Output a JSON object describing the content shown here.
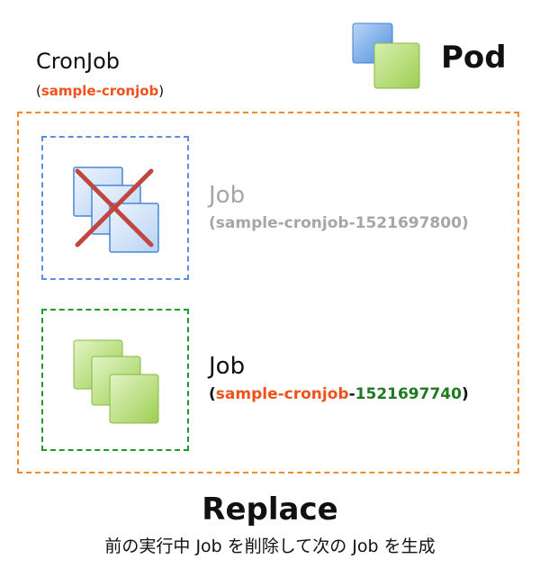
{
  "legend": {
    "label": "Pod",
    "icon": "pod-icon"
  },
  "cronjob": {
    "title": "CronJob",
    "name": "sample-cronjob"
  },
  "jobs": {
    "old": {
      "title": "Job",
      "name": "(sample-cronjob-1521697800)"
    },
    "new": {
      "title": "Job",
      "name_prefix": "sample-cronjob",
      "name_suffix": "1521697740"
    }
  },
  "caption": {
    "title": "Replace",
    "description": "前の実行中 Job を削除して次の Job を生成"
  },
  "colors": {
    "cronjob_border": "#f08a2c",
    "old_job_border": "#5b8fe0",
    "new_job_border": "#1e9a2a",
    "accent_orange": "#f0521c",
    "accent_green": "#1f7a1f",
    "delete_cross": "#c0473f"
  }
}
